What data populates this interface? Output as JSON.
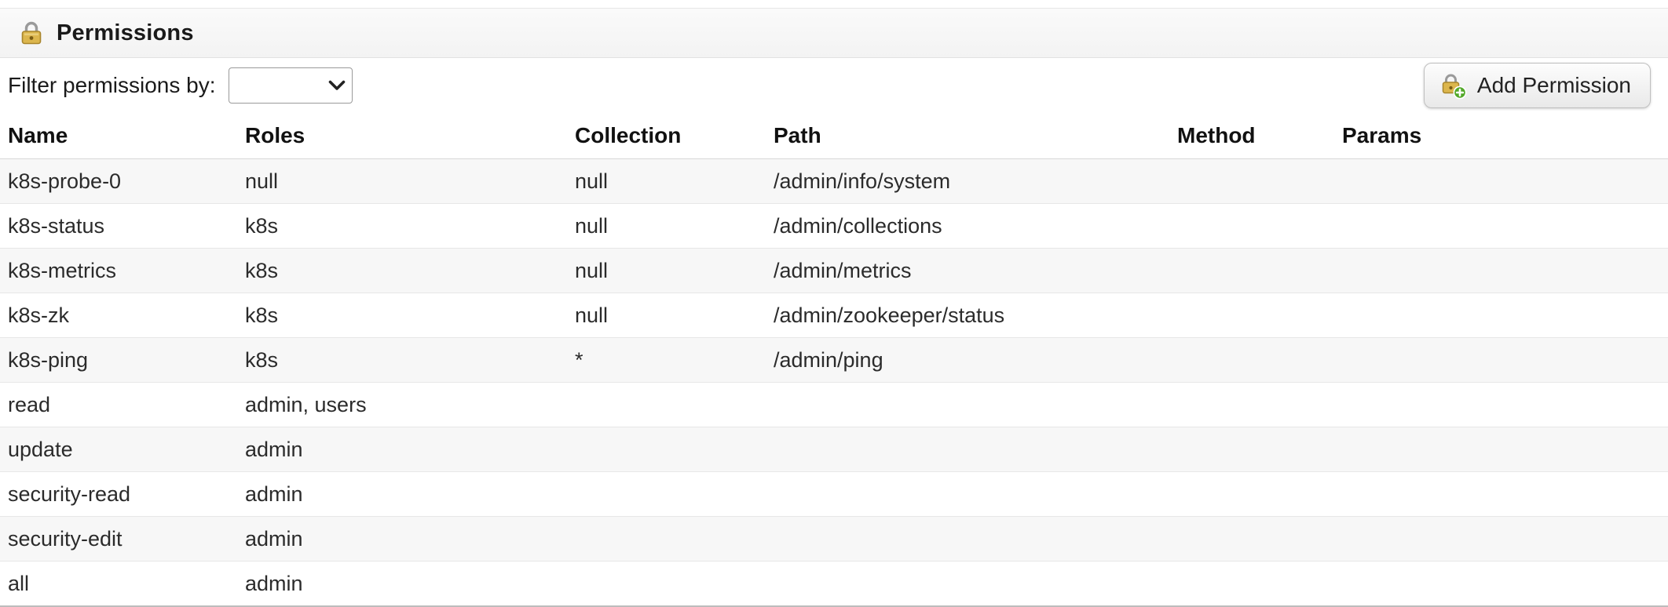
{
  "header": {
    "title": "Permissions"
  },
  "filter": {
    "label": "Filter permissions by:",
    "selected_value": ""
  },
  "add_button": {
    "label": "Add Permission"
  },
  "icons": {
    "header_icon": "lock-icon",
    "add_button_icon": "lock-plus-icon",
    "select_icon": "chevron-down-icon"
  },
  "colors": {
    "lock_gold": "#dcb64d",
    "lock_gold_dark": "#a8852c",
    "plus_green": "#52a829",
    "panel_header_bg": "#f7f7f7",
    "row_stripe": "#f7f7f7"
  },
  "table": {
    "columns": [
      "Name",
      "Roles",
      "Collection",
      "Path",
      "Method",
      "Params"
    ],
    "rows": [
      {
        "name": "k8s-probe-0",
        "roles": "null",
        "collection": "null",
        "path": "/admin/info/system",
        "method": "",
        "params": ""
      },
      {
        "name": "k8s-status",
        "roles": "k8s",
        "collection": "null",
        "path": "/admin/collections",
        "method": "",
        "params": ""
      },
      {
        "name": "k8s-metrics",
        "roles": "k8s",
        "collection": "null",
        "path": "/admin/metrics",
        "method": "",
        "params": ""
      },
      {
        "name": "k8s-zk",
        "roles": "k8s",
        "collection": "null",
        "path": "/admin/zookeeper/status",
        "method": "",
        "params": ""
      },
      {
        "name": "k8s-ping",
        "roles": "k8s",
        "collection": "*",
        "path": "/admin/ping",
        "method": "",
        "params": ""
      },
      {
        "name": "read",
        "roles": "admin, users",
        "collection": "",
        "path": "",
        "method": "",
        "params": ""
      },
      {
        "name": "update",
        "roles": "admin",
        "collection": "",
        "path": "",
        "method": "",
        "params": ""
      },
      {
        "name": "security-read",
        "roles": "admin",
        "collection": "",
        "path": "",
        "method": "",
        "params": ""
      },
      {
        "name": "security-edit",
        "roles": "admin",
        "collection": "",
        "path": "",
        "method": "",
        "params": ""
      },
      {
        "name": "all",
        "roles": "admin",
        "collection": "",
        "path": "",
        "method": "",
        "params": ""
      }
    ]
  }
}
